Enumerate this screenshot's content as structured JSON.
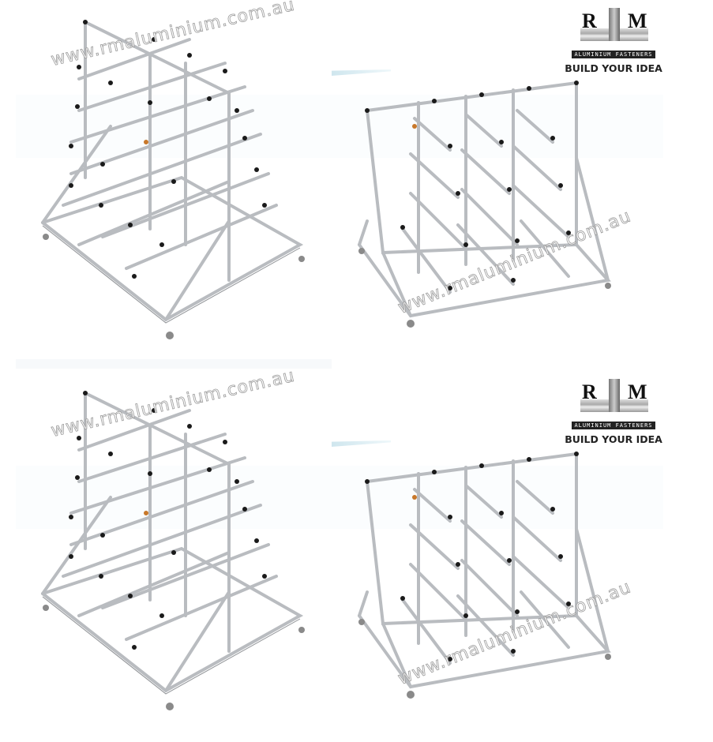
{
  "image": {
    "description": "Product composite: aluminium profile kanban/part rack shown in two isometric views, duplicated top and bottom",
    "panels": [
      {
        "id": "top",
        "watermark_left": "www.rmaluminium.com.au",
        "watermark_right": "www.rmaluminium.com.au"
      },
      {
        "id": "bottom",
        "watermark_left": "www.rmaluminium.com.au",
        "watermark_right": "www.rmaluminium.com.au"
      }
    ]
  },
  "logo": {
    "letters_left": "R",
    "letters_right": "M",
    "subtitle": "ALUMINIUM FASTENERS",
    "tagline": "BUILD YOUR IDEA"
  },
  "colors": {
    "frame": "#b9bcc0",
    "frame_shadow": "#8d9094",
    "caps": "#1a1a1a",
    "accent_cap": "#c8782a",
    "teal_strip": "#cfe6ee",
    "background": "#ffffff"
  }
}
